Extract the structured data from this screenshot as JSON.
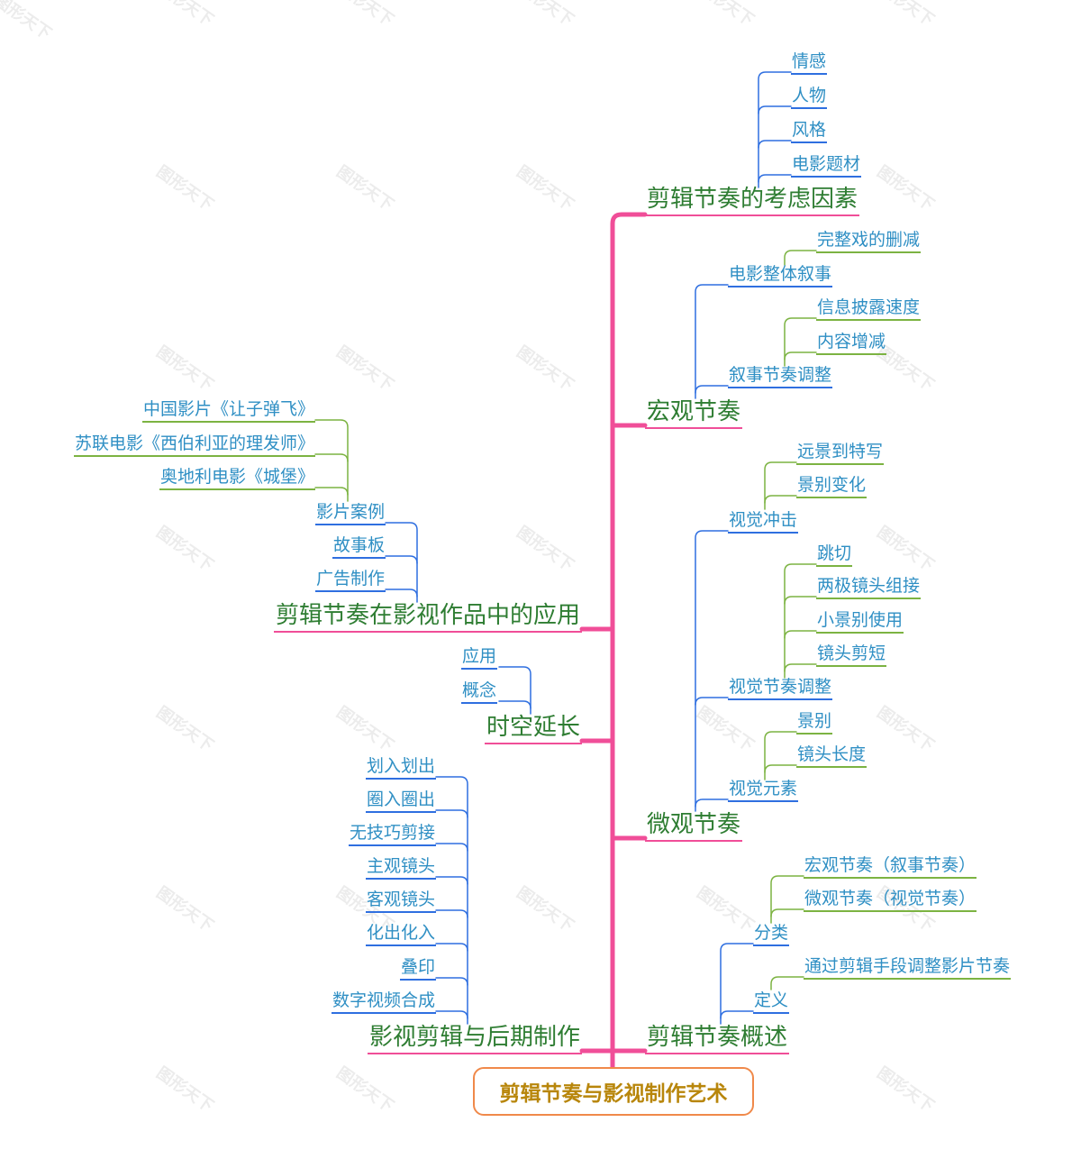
{
  "root": {
    "label": "剪辑节奏与影视制作艺术"
  },
  "watermark": "图形天下",
  "colors": {
    "trunk": "#f04e98",
    "sub_line": "#2f6fe0",
    "leaf_line": "#7cb342",
    "main_text": "#2e7d32",
    "sub_text": "#2f8fc4",
    "root_border": "#f0894a",
    "root_text": "#b8860b"
  },
  "right": {
    "considerations": {
      "label": "剪辑节奏的考虑因素",
      "children": [
        "情感",
        "人物",
        "风格",
        "电影题材"
      ]
    },
    "macro": {
      "label": "宏观节奏",
      "children": [
        {
          "label": "电影整体叙事",
          "children": [
            "完整戏的删减"
          ]
        },
        {
          "label": "叙事节奏调整",
          "children": [
            "信息披露速度",
            "内容增减"
          ]
        }
      ]
    },
    "micro": {
      "label": "微观节奏",
      "children": [
        {
          "label": "视觉冲击",
          "children": [
            "远景到特写",
            "景别变化"
          ]
        },
        {
          "label": "视觉节奏调整",
          "children": [
            "跳切",
            "两极镜头组接",
            "小景别使用",
            "镜头剪短"
          ]
        },
        {
          "label": "视觉元素",
          "children": [
            "景别",
            "镜头长度"
          ]
        }
      ]
    },
    "overview": {
      "label": "剪辑节奏概述",
      "children": [
        {
          "label": "分类",
          "children": [
            "宏观节奏（叙事节奏）",
            "微观节奏（视觉节奏）"
          ]
        },
        {
          "label": "定义",
          "children": [
            "通过剪辑手段调整影片节奏"
          ]
        }
      ]
    }
  },
  "left": {
    "application": {
      "label": "剪辑节奏在影视作品中的应用",
      "children": [
        {
          "label": "影片案例",
          "children": [
            "中国影片《让子弹飞》",
            "苏联电影《西伯利亚的理发师》",
            "奥地利电影《城堡》"
          ]
        },
        {
          "label": "故事板"
        },
        {
          "label": "广告制作"
        }
      ]
    },
    "spacetime": {
      "label": "时空延长",
      "children": [
        "应用",
        "概念"
      ]
    },
    "postprod": {
      "label": "影视剪辑与后期制作",
      "children": [
        "划入划出",
        "圈入圈出",
        "无技巧剪接",
        "主观镜头",
        "客观镜头",
        "化出化入",
        "叠印",
        "数字视频合成"
      ]
    }
  }
}
